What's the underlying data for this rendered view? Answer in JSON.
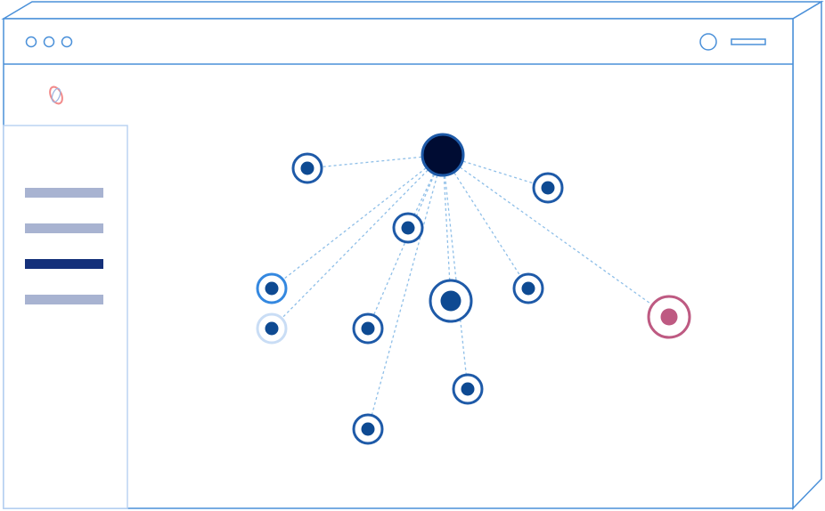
{
  "colors": {
    "accent": "#4a90d9",
    "sidebar_border": "#bcd4f2",
    "nav_inactive": "#a8b3d1",
    "nav_active": "#14307a",
    "edge": "#8fbfe8",
    "node_ring": "#1e5aa8",
    "node_core": "#0e4a92",
    "root_fill": "#000c33",
    "highlight": "#be5a82",
    "node_light_ring": "#c9ddf5",
    "node_bright_ring": "#3488e0"
  },
  "icons": {
    "logo": "ring-logo-icon",
    "window_controls": [
      "window-dot-icon",
      "window-dot-icon",
      "window-dot-icon"
    ],
    "search": "circle-icon",
    "menu": "bar-icon"
  },
  "sidebar": {
    "items": [
      {
        "active": false
      },
      {
        "active": false
      },
      {
        "active": true
      },
      {
        "active": false
      }
    ]
  },
  "graph": {
    "root": "root",
    "nodes": [
      {
        "id": "root",
        "kind": "root"
      },
      {
        "id": "n1",
        "kind": "normal"
      },
      {
        "id": "n2",
        "kind": "normal"
      },
      {
        "id": "n3",
        "kind": "normal"
      },
      {
        "id": "n4",
        "kind": "bright"
      },
      {
        "id": "n5",
        "kind": "light"
      },
      {
        "id": "n6",
        "kind": "normal"
      },
      {
        "id": "n7",
        "kind": "large"
      },
      {
        "id": "n8",
        "kind": "normal"
      },
      {
        "id": "n9",
        "kind": "highlight"
      },
      {
        "id": "n10",
        "kind": "normal"
      },
      {
        "id": "n11",
        "kind": "normal"
      }
    ],
    "edges": [
      [
        "root",
        "n1"
      ],
      [
        "root",
        "n2"
      ],
      [
        "root",
        "n3"
      ],
      [
        "root",
        "n4"
      ],
      [
        "root",
        "n5"
      ],
      [
        "root",
        "n6"
      ],
      [
        "root",
        "n7"
      ],
      [
        "root",
        "n8"
      ],
      [
        "root",
        "n9"
      ],
      [
        "root",
        "n10"
      ],
      [
        "root",
        "n11"
      ]
    ]
  }
}
